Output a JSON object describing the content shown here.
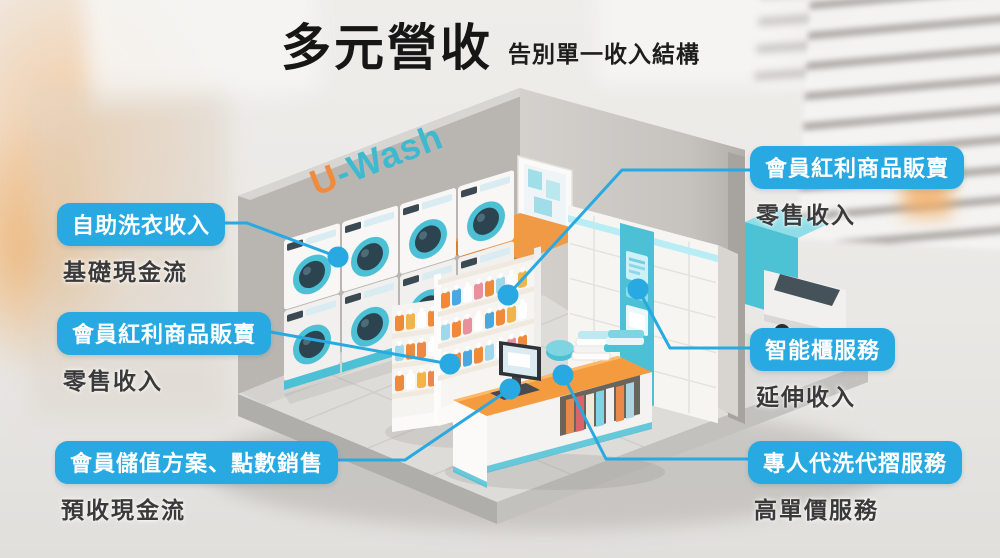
{
  "title": {
    "main": "多元營收",
    "subtitle": "告別單一收入結構"
  },
  "store": {
    "sign_u": "U",
    "sign_rest": "-Wash"
  },
  "callouts": {
    "left": [
      {
        "label": "自助洗衣收入",
        "sublabel": "基礎現金流"
      },
      {
        "label": "會員紅利商品販賣",
        "sublabel": "零售收入"
      },
      {
        "label": "會員儲值方案、點數銷售",
        "sublabel": "預收現金流"
      }
    ],
    "right": [
      {
        "label": "會員紅利商品販賣",
        "sublabel": "零售收入"
      },
      {
        "label": "智能櫃服務",
        "sublabel": "延伸收入"
      },
      {
        "label": "專人代洗代摺服務",
        "sublabel": "高單價服務"
      }
    ]
  },
  "colors": {
    "accent_blue": "#29A9E1",
    "teal": "#4CC0D5",
    "orange": "#F0923E",
    "title_text": "#161616"
  }
}
